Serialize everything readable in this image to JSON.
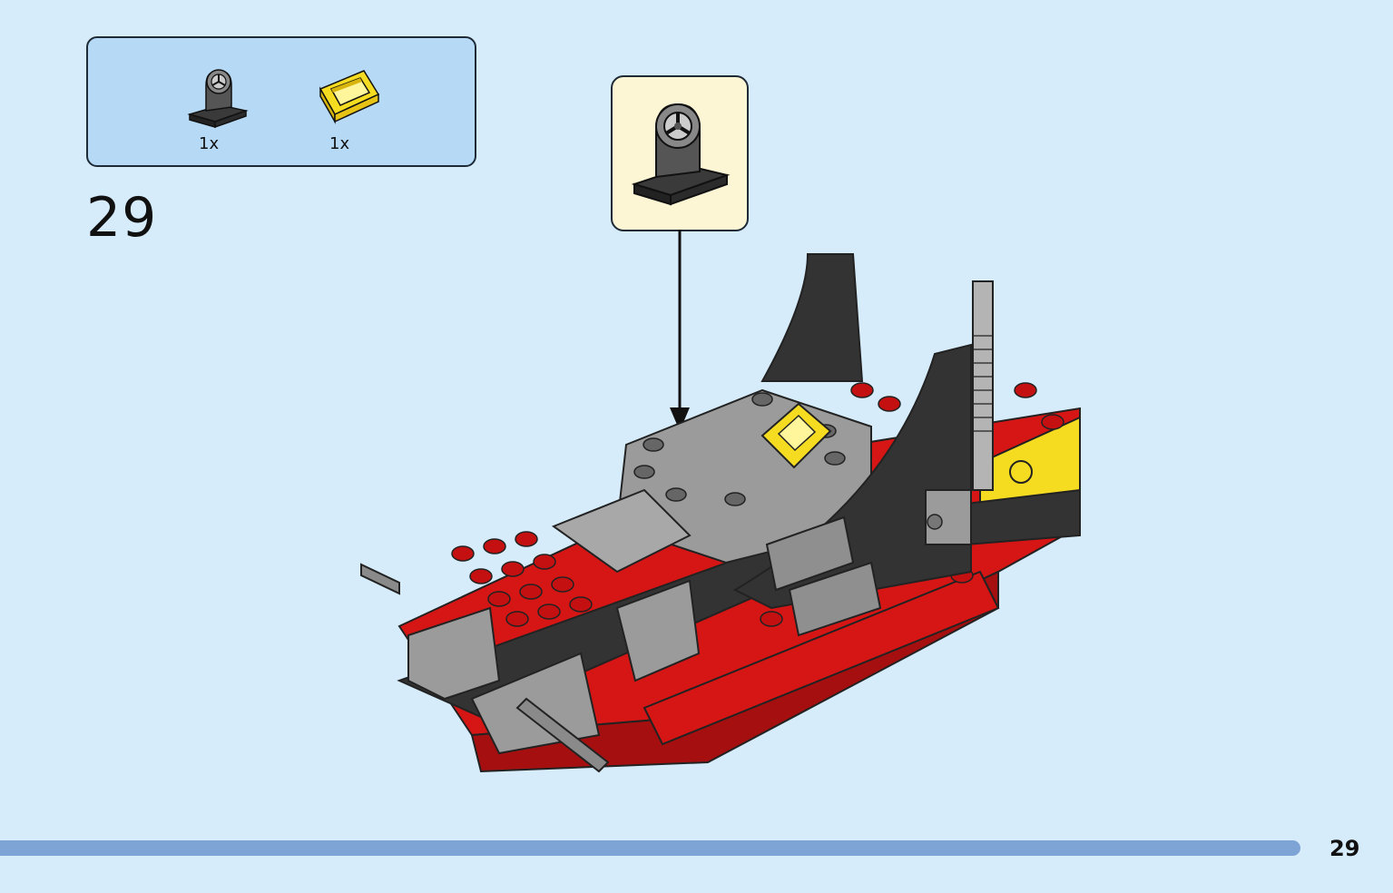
{
  "step": {
    "number": "29"
  },
  "parts_list": [
    {
      "name": "steering-wheel-stand",
      "quantity": "1x",
      "color": "#3a3a3a"
    },
    {
      "name": "yellow-frame-bracket",
      "quantity": "1x",
      "color": "#f6dc20"
    }
  ],
  "callout": {
    "part": "steering-wheel-stand"
  },
  "page": {
    "number": "29"
  },
  "colors": {
    "background": "#d6ecfb",
    "parts_box": "#b6d9f5",
    "callout_box": "#fdf6d4",
    "footer_bar": "#7ea4d6",
    "brick_red": "#d61515",
    "brick_yellow": "#f6dc20",
    "brick_gray": "#9b9b9b",
    "brick_black": "#333333"
  }
}
